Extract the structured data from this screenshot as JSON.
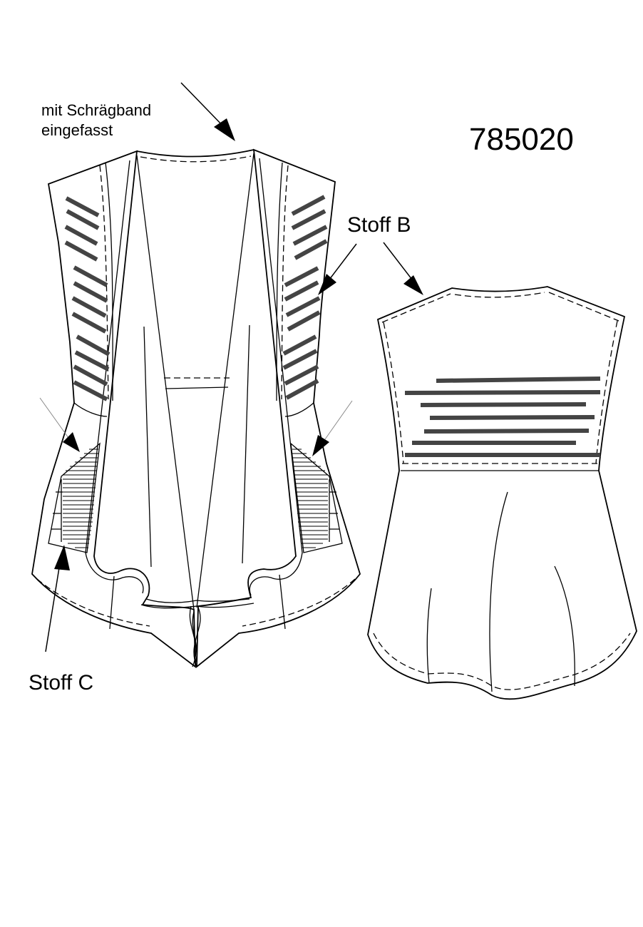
{
  "diagram": {
    "pattern_number": "785020",
    "labels": {
      "binding_note_line1": "mit Schrägband",
      "binding_note_line2": "eingefasst",
      "fabric_b": "Stoff B",
      "fabric_c": "Stoff C"
    },
    "views": [
      "front-view",
      "back-view"
    ],
    "colors": {
      "line": "#000000",
      "stripe": "#444444",
      "background": "#ffffff"
    }
  }
}
